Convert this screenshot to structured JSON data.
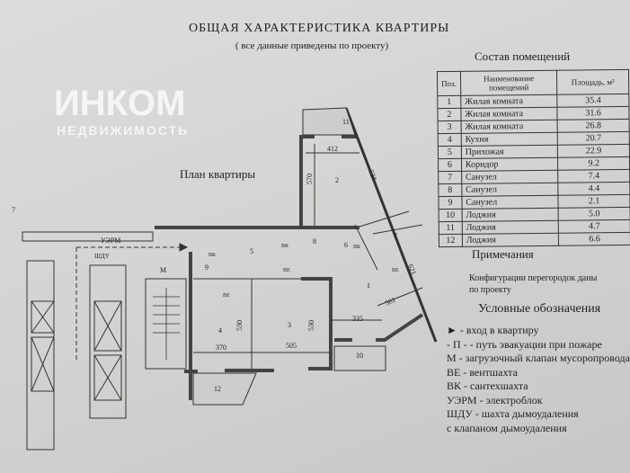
{
  "title": "ОБЩАЯ ХАРАКТЕРИСТИКА КВАРТИРЫ",
  "subtitle": "( все данные приведены по проекту)",
  "plan": {
    "title": "План квартиры",
    "labels": {
      "uerm": "УЭРМ",
      "shdu": "ШДУ",
      "m": "М",
      "vk1": "ВК",
      "vk2": "ВК",
      "vk3": "ВК",
      "ve1": "ВЕ",
      "ve2": "ВЕ",
      "ve3": "ВЕ"
    },
    "rooms": [
      "1",
      "2",
      "3",
      "4",
      "5",
      "6",
      "7",
      "8",
      "9",
      "10",
      "11",
      "12"
    ],
    "dims": {
      "d412": "412",
      "d570": "570",
      "d524": "524",
      "d621": "621",
      "d561": "561",
      "d335": "335",
      "d530a": "530",
      "d530b": "530",
      "d370": "370",
      "d505": "505"
    },
    "page_mark": "7"
  },
  "watermark": {
    "brand": "ИНКОМ",
    "sub": "НЕДВИЖИМОСТЬ"
  },
  "rooms_table": {
    "caption": "Состав помещений",
    "headers": [
      "Поз.",
      "Наименование помещений",
      "Площадь, м²"
    ],
    "rows": [
      [
        "1",
        "Жилая комната",
        "35.4"
      ],
      [
        "2",
        "Жилая комната",
        "31.6"
      ],
      [
        "3",
        "Жилая комната",
        "26.8"
      ],
      [
        "4",
        "Кухня",
        "20.7"
      ],
      [
        "5",
        "Прихожая",
        "22.9"
      ],
      [
        "6",
        "Коридор",
        "9.2"
      ],
      [
        "7",
        "Санузел",
        "7.4"
      ],
      [
        "8",
        "Санузел",
        "4.4"
      ],
      [
        "9",
        "Санузел",
        "2.1"
      ],
      [
        "10",
        "Лоджия",
        "5.0"
      ],
      [
        "11",
        "Лоджия",
        "4.7"
      ],
      [
        "12",
        "Лоджия",
        "6.6"
      ]
    ]
  },
  "notes": {
    "heading": "Примечания",
    "text": "Конфигурации перегородок даны по проекту"
  },
  "legend": {
    "heading": "Условные обозначения",
    "items": [
      "► - вход в квартиру",
      "- П - - путь эвакуации при пожаре",
      "М   - загрузочный клапан мусоропровода",
      "ВЕ - вентшахта",
      "ВК - сантехшахта",
      "УЭРМ - электроблок",
      "ШДУ - шахта дымоудаления",
      "с клапаном дымоудаления"
    ]
  }
}
